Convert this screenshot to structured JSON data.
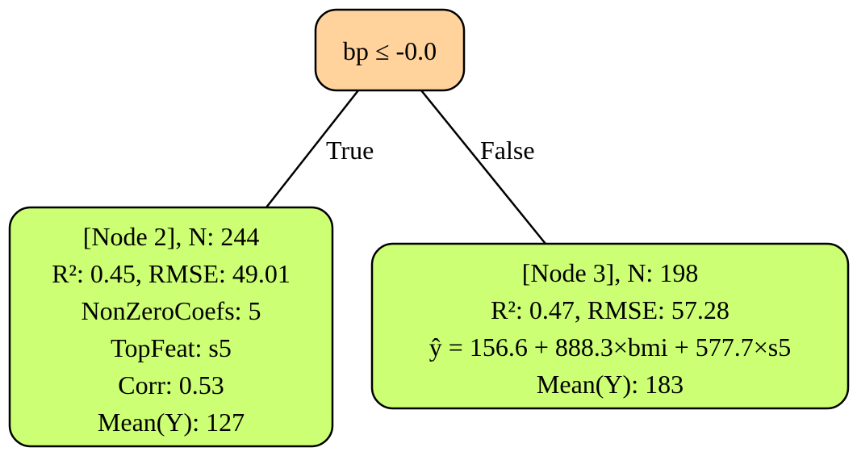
{
  "tree": {
    "root": {
      "label": "bp ≤ -0.0",
      "fill": "#ffd39b",
      "stroke": "#000000"
    },
    "edges": [
      {
        "label": "True"
      },
      {
        "label": "False"
      }
    ],
    "leaves": [
      {
        "fill": "#ccff73",
        "stroke": "#000000",
        "lines": [
          "[Node 2], N: 244",
          "R²: 0.45, RMSE: 49.01",
          "NonZeroCoefs: 5",
          "TopFeat: s5",
          "Corr: 0.53",
          "Mean(Y): 127"
        ]
      },
      {
        "fill": "#ccff73",
        "stroke": "#000000",
        "lines": [
          "[Node 3], N: 198",
          "R²: 0.47, RMSE: 57.28",
          "ŷ = 156.6 + 888.3×bmi + 577.7×s5",
          "Mean(Y): 183"
        ]
      }
    ]
  }
}
